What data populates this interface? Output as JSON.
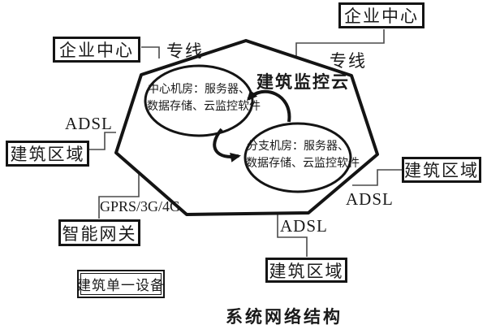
{
  "diagram": {
    "caption": "系统网络结构",
    "cloud_label": "建筑监控云",
    "nodes": {
      "enterprise_left": "企业中心",
      "enterprise_right": "企业中心",
      "region_left": "建筑区域",
      "region_right": "建筑区域",
      "region_bottom": "建筑区域",
      "gateway": "智能网关",
      "single_device": "建筑单一设备"
    },
    "links": {
      "line_left": "专线",
      "line_right": "专线",
      "adsl_left": "ADSL",
      "adsl_right": "ADSL",
      "adsl_bottom": "ADSL",
      "gprs": "GPRS/3G/4G"
    },
    "ellipses": {
      "center_room": {
        "line1": "中心机房：服务器、",
        "line2": "数据存储、云监控软件"
      },
      "branch_room": {
        "line1": "分支机房：服务器、",
        "line2": "数据存储、云监控软件"
      }
    },
    "colors": {
      "ink": "#141414",
      "connector": "#4a4a4a",
      "background": "#ffffff"
    }
  }
}
